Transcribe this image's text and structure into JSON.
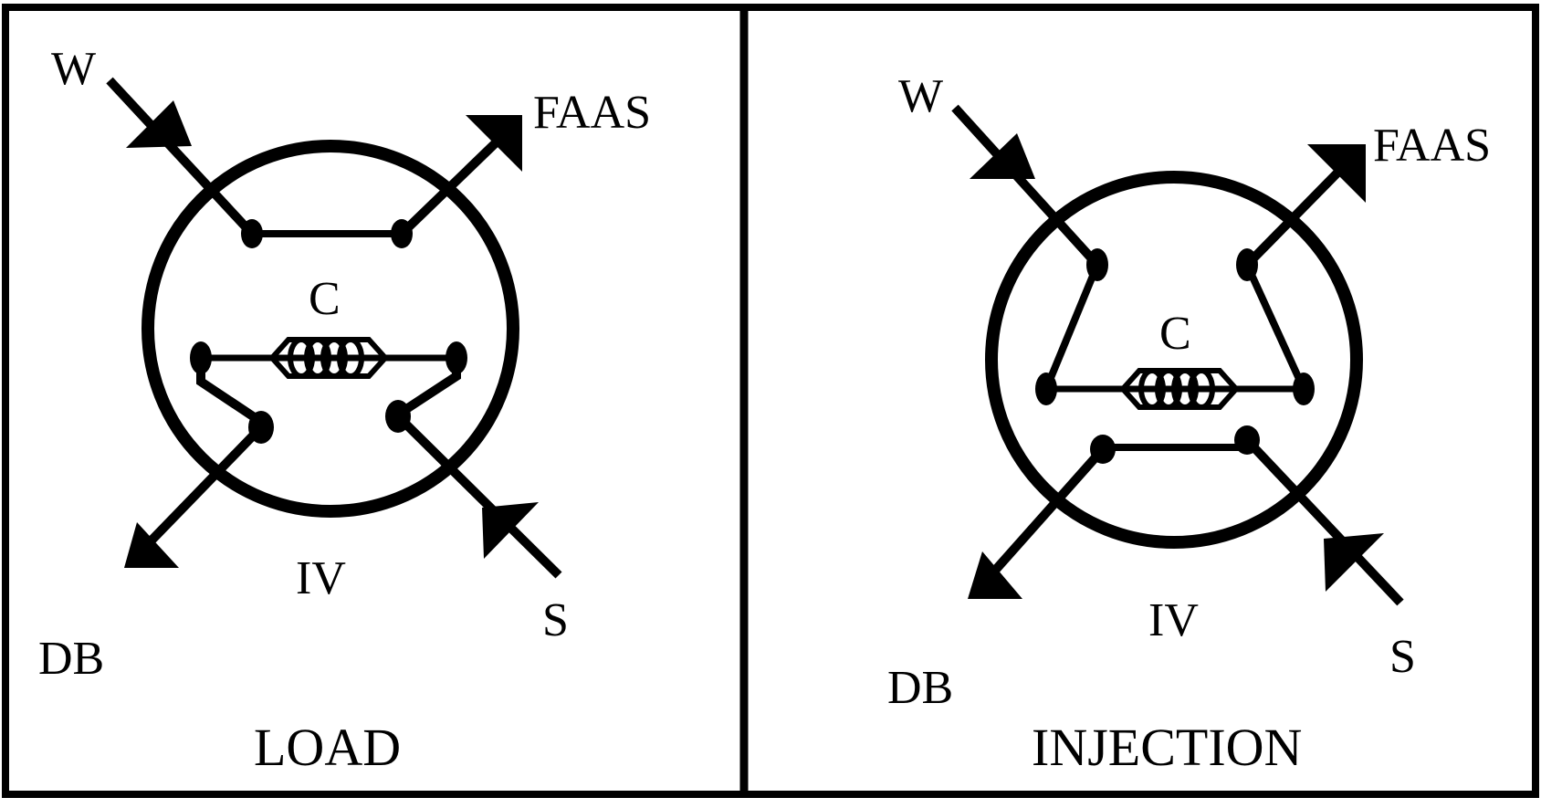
{
  "panels": [
    {
      "caption": "LOAD",
      "labels": {
        "w": "W",
        "faas": "FAAS",
        "c": "C",
        "iv": "IV",
        "db": "DB",
        "s": "S"
      }
    },
    {
      "caption": "INJECTION",
      "labels": {
        "w": "W",
        "faas": "FAAS",
        "c": "C",
        "iv": "IV",
        "db": "DB",
        "s": "S"
      }
    }
  ],
  "colors": {
    "ink": "#000000",
    "background": "#ffffff"
  }
}
